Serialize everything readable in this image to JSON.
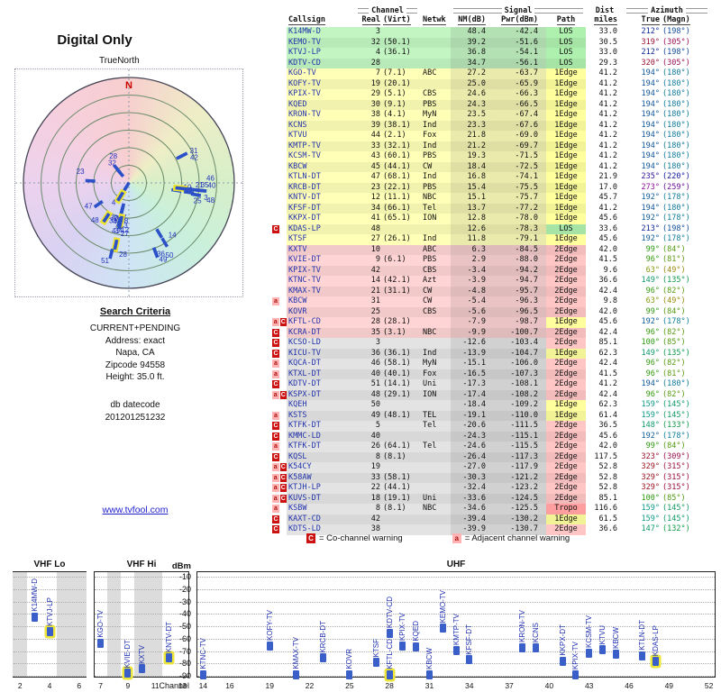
{
  "left_panel": {
    "title": "Digital Only",
    "compass_label": "TrueNorth",
    "north_label": "N",
    "search_criteria_title": "Search Criteria",
    "criteria_lines": [
      "CURRENT+PENDING",
      "Address: exact",
      "Napa, CA",
      "Zipcode 94558",
      "Height: 35.0 ft."
    ],
    "datecode_lines": [
      "db datecode",
      "201201251232"
    ],
    "url": "www.tvfool.com"
  },
  "table": {
    "group_headers": {
      "channel": "Channel",
      "signal": "Signal",
      "dist": "Dist",
      "azimuth": "Azimuth"
    },
    "col_headers": {
      "callsign": "Callsign",
      "real": "Real",
      "virt": "(Virt)",
      "netwk": "Netwk",
      "nm": "NM(dB)",
      "pwr": "Pwr(dBm)",
      "path": "Path",
      "miles": "miles",
      "true": "True",
      "magn": "(Magn)"
    }
  },
  "legend": {
    "co_symbol": "C",
    "co_text": "= Co-channel warning",
    "adj_symbol": "a",
    "adj_text": "= Adjacent channel warning"
  },
  "colors": {
    "cat_green": "#c2f5c2",
    "cat_yellow": "#ffffb8",
    "cat_pink": "#ffd4d4",
    "cat_gray": "#e3e3e3",
    "path_LOS": "#aef0ae",
    "path_1Edge": "#ffff9e",
    "path_2Edge": "#ffc6c6",
    "path_Tropo": "#ff9e9e",
    "marker_blue": "#2b50c8",
    "pending_yellow": "#ede32f",
    "callsign_blue": "#2233aa",
    "warn_co_bg": "#cc1111",
    "warn_adj_bg": "#ffb3b3",
    "north_red": "#cc0000",
    "radar_wheel": [
      "#f7cfcf",
      "#eeeec6",
      "#d6efc9",
      "#c9f0dd",
      "#cfe4f5",
      "#d9d2f2",
      "#ecd2ee",
      "#f6cfdd"
    ]
  },
  "chart_data": {
    "type": "table",
    "title": "Digital Only",
    "columns": [
      "Callsign",
      "Real",
      "Virt",
      "Netwk",
      "NM(dB)",
      "Pwr(dBm)",
      "Path",
      "Dist miles",
      "Azimuth True",
      "Azimuth Magn",
      "Warnings",
      "Category",
      "Pending"
    ],
    "rows": [
      {
        "cs": "K14MW-D",
        "real": 3,
        "virt": "",
        "net": "",
        "nm": 48.4,
        "pwr": -42.4,
        "path": "LOS",
        "dist": 33.0,
        "azt": 212,
        "azm": 198,
        "warn": "",
        "cat": "green",
        "pend": false
      },
      {
        "cs": "KEMO-TV",
        "real": 32,
        "virt": "50.1",
        "net": "",
        "nm": 39.2,
        "pwr": -51.6,
        "path": "LOS",
        "dist": 30.5,
        "azt": 319,
        "azm": 305,
        "warn": "",
        "cat": "green",
        "pend": false
      },
      {
        "cs": "KTVJ-LP",
        "real": 4,
        "virt": "36.1",
        "net": "",
        "nm": 36.8,
        "pwr": -54.1,
        "path": "LOS",
        "dist": 33.0,
        "azt": 212,
        "azm": 198,
        "warn": "",
        "cat": "green",
        "pend": true
      },
      {
        "cs": "KDTV-CD",
        "real": 28,
        "virt": "",
        "net": "",
        "nm": 34.7,
        "pwr": -56.1,
        "path": "LOS",
        "dist": 29.3,
        "azt": 320,
        "azm": 305,
        "warn": "",
        "cat": "green",
        "pend": false
      },
      {
        "cs": "KGO-TV",
        "real": 7,
        "virt": "7.1",
        "net": "ABC",
        "nm": 27.2,
        "pwr": -63.7,
        "path": "1Edge",
        "dist": 41.2,
        "azt": 194,
        "azm": 180,
        "warn": "",
        "cat": "yellow",
        "pend": false
      },
      {
        "cs": "KOFY-TV",
        "real": 19,
        "virt": "20.1",
        "net": "",
        "nm": 25.0,
        "pwr": -65.9,
        "path": "1Edge",
        "dist": 41.2,
        "azt": 194,
        "azm": 180,
        "warn": "",
        "cat": "yellow",
        "pend": false
      },
      {
        "cs": "KPIX-TV",
        "real": 29,
        "virt": "5.1",
        "net": "CBS",
        "nm": 24.6,
        "pwr": -66.3,
        "path": "1Edge",
        "dist": 41.2,
        "azt": 194,
        "azm": 180,
        "warn": "",
        "cat": "yellow",
        "pend": false
      },
      {
        "cs": "KQED",
        "real": 30,
        "virt": "9.1",
        "net": "PBS",
        "nm": 24.3,
        "pwr": -66.5,
        "path": "1Edge",
        "dist": 41.2,
        "azt": 194,
        "azm": 180,
        "warn": "",
        "cat": "yellow",
        "pend": false
      },
      {
        "cs": "KRON-TV",
        "real": 38,
        "virt": "4.1",
        "net": "MyN",
        "nm": 23.5,
        "pwr": -67.4,
        "path": "1Edge",
        "dist": 41.2,
        "azt": 194,
        "azm": 180,
        "warn": "",
        "cat": "yellow",
        "pend": false
      },
      {
        "cs": "KCNS",
        "real": 39,
        "virt": "38.1",
        "net": "Ind",
        "nm": 23.3,
        "pwr": -67.6,
        "path": "1Edge",
        "dist": 41.2,
        "azt": 194,
        "azm": 180,
        "warn": "",
        "cat": "yellow",
        "pend": false
      },
      {
        "cs": "KTVU",
        "real": 44,
        "virt": "2.1",
        "net": "Fox",
        "nm": 21.8,
        "pwr": -69.0,
        "path": "1Edge",
        "dist": 41.2,
        "azt": 194,
        "azm": 180,
        "warn": "",
        "cat": "yellow",
        "pend": false
      },
      {
        "cs": "KMTP-TV",
        "real": 33,
        "virt": "32.1",
        "net": "Ind",
        "nm": 21.2,
        "pwr": -69.7,
        "path": "1Edge",
        "dist": 41.2,
        "azt": 194,
        "azm": 180,
        "warn": "",
        "cat": "yellow",
        "pend": false
      },
      {
        "cs": "KCSM-TV",
        "real": 43,
        "virt": "60.1",
        "net": "PBS",
        "nm": 19.3,
        "pwr": -71.5,
        "path": "1Edge",
        "dist": 41.2,
        "azt": 194,
        "azm": 180,
        "warn": "",
        "cat": "yellow",
        "pend": false
      },
      {
        "cs": "KBCW",
        "real": 45,
        "virt": "44.1",
        "net": "CW",
        "nm": 18.4,
        "pwr": -72.5,
        "path": "1Edge",
        "dist": 41.2,
        "azt": 194,
        "azm": 180,
        "warn": "",
        "cat": "yellow",
        "pend": false
      },
      {
        "cs": "KTLN-DT",
        "real": 47,
        "virt": "68.1",
        "net": "Ind",
        "nm": 16.8,
        "pwr": -74.1,
        "path": "1Edge",
        "dist": 21.9,
        "azt": 235,
        "azm": 220,
        "warn": "",
        "cat": "yellow",
        "pend": false
      },
      {
        "cs": "KRCB-DT",
        "real": 23,
        "virt": "22.1",
        "net": "PBS",
        "nm": 15.4,
        "pwr": -75.5,
        "path": "1Edge",
        "dist": 17.0,
        "azt": 273,
        "azm": 259,
        "warn": "",
        "cat": "yellow",
        "pend": false
      },
      {
        "cs": "KNTV-DT",
        "real": 12,
        "virt": "11.1",
        "net": "NBC",
        "nm": 15.1,
        "pwr": -75.7,
        "path": "1Edge",
        "dist": 45.7,
        "azt": 192,
        "azm": 178,
        "warn": "",
        "cat": "yellow",
        "pend": true
      },
      {
        "cs": "KFSF-DT",
        "real": 34,
        "virt": "66.1",
        "net": "Tel",
        "nm": 13.7,
        "pwr": -77.2,
        "path": "1Edge",
        "dist": 41.2,
        "azt": 194,
        "azm": 180,
        "warn": "",
        "cat": "yellow",
        "pend": false
      },
      {
        "cs": "KKPX-DT",
        "real": 41,
        "virt": "65.1",
        "net": "ION",
        "nm": 12.8,
        "pwr": -78.0,
        "path": "1Edge",
        "dist": 45.6,
        "azt": 192,
        "azm": 178,
        "warn": "",
        "cat": "yellow",
        "pend": false
      },
      {
        "cs": "KDAS-LP",
        "real": 48,
        "virt": "",
        "net": "",
        "nm": 12.6,
        "pwr": -78.3,
        "path": "LOS",
        "dist": 33.6,
        "azt": 213,
        "azm": 198,
        "warn": "C",
        "cat": "yellow",
        "pend": true
      },
      {
        "cs": "KTSF",
        "real": 27,
        "virt": "26.1",
        "net": "Ind",
        "nm": 11.8,
        "pwr": -79.1,
        "path": "1Edge",
        "dist": 45.6,
        "azt": 192,
        "azm": 178,
        "warn": "",
        "cat": "yellow",
        "pend": false
      },
      {
        "cs": "KXTV",
        "real": 10,
        "virt": "",
        "net": "ABC",
        "nm": 6.3,
        "pwr": -84.5,
        "path": "2Edge",
        "dist": 42.0,
        "azt": 99,
        "azm": 84,
        "warn": "",
        "cat": "pink",
        "pend": false
      },
      {
        "cs": "KVIE-DT",
        "real": 9,
        "virt": "6.1",
        "net": "PBS",
        "nm": 2.9,
        "pwr": -88.0,
        "path": "2Edge",
        "dist": 41.5,
        "azt": 96,
        "azm": 81,
        "warn": "",
        "cat": "pink",
        "pend": true
      },
      {
        "cs": "KPIX-TV",
        "real": 42,
        "virt": "",
        "net": "CBS",
        "nm": -3.4,
        "pwr": -94.2,
        "path": "2Edge",
        "dist": 9.6,
        "azt": 63,
        "azm": 49,
        "warn": "",
        "cat": "pink",
        "pend": false
      },
      {
        "cs": "KTNC-TV",
        "real": 14,
        "virt": "42.1",
        "net": "Azt",
        "nm": -3.9,
        "pwr": -94.7,
        "path": "2Edge",
        "dist": 36.6,
        "azt": 149,
        "azm": 135,
        "warn": "",
        "cat": "pink",
        "pend": false
      },
      {
        "cs": "KMAX-TV",
        "real": 21,
        "virt": "31.1",
        "net": "CW",
        "nm": -4.8,
        "pwr": -95.7,
        "path": "2Edge",
        "dist": 42.4,
        "azt": 96,
        "azm": 82,
        "warn": "",
        "cat": "pink",
        "pend": false
      },
      {
        "cs": "KBCW",
        "real": 31,
        "virt": "",
        "net": "CW",
        "nm": -5.4,
        "pwr": -96.3,
        "path": "2Edge",
        "dist": 9.8,
        "azt": 63,
        "azm": 49,
        "warn": "a",
        "cat": "pink",
        "pend": false
      },
      {
        "cs": "KOVR",
        "real": 25,
        "virt": "",
        "net": "CBS",
        "nm": -5.6,
        "pwr": -96.5,
        "path": "2Edge",
        "dist": 42.0,
        "azt": 99,
        "azm": 84,
        "warn": "",
        "cat": "pink",
        "pend": false
      },
      {
        "cs": "KFTL-CD",
        "real": 28,
        "virt": "28.1",
        "net": "",
        "nm": -7.9,
        "pwr": -98.7,
        "path": "1Edge",
        "dist": 45.6,
        "azt": 192,
        "azm": 178,
        "warn": "aC",
        "cat": "pink",
        "pend": true
      },
      {
        "cs": "KCRA-DT",
        "real": 35,
        "virt": "3.1",
        "net": "NBC",
        "nm": -9.9,
        "pwr": -100.7,
        "path": "2Edge",
        "dist": 42.4,
        "azt": 96,
        "azm": 82,
        "warn": "C",
        "cat": "pink",
        "pend": false
      },
      {
        "cs": "KCSO-LD",
        "real": 3,
        "virt": "",
        "net": "",
        "nm": -12.6,
        "pwr": -103.4,
        "path": "2Edge",
        "dist": 85.1,
        "azt": 100,
        "azm": 85,
        "warn": "C",
        "cat": "gray",
        "pend": false
      },
      {
        "cs": "KICU-TV",
        "real": 36,
        "virt": "36.1",
        "net": "Ind",
        "nm": -13.9,
        "pwr": -104.7,
        "path": "1Edge",
        "dist": 62.3,
        "azt": 149,
        "azm": 135,
        "warn": "C",
        "cat": "gray",
        "pend": false
      },
      {
        "cs": "KQCA-DT",
        "real": 46,
        "virt": "58.1",
        "net": "MyN",
        "nm": -15.1,
        "pwr": -106.0,
        "path": "2Edge",
        "dist": 42.4,
        "azt": 96,
        "azm": 82,
        "warn": "a",
        "cat": "gray",
        "pend": false
      },
      {
        "cs": "KTXL-DT",
        "real": 40,
        "virt": "40.1",
        "net": "Fox",
        "nm": -16.5,
        "pwr": -107.3,
        "path": "2Edge",
        "dist": 41.5,
        "azt": 96,
        "azm": 81,
        "warn": "a",
        "cat": "gray",
        "pend": false
      },
      {
        "cs": "KDTV-DT",
        "real": 51,
        "virt": "14.1",
        "net": "Uni",
        "nm": -17.3,
        "pwr": -108.1,
        "path": "2Edge",
        "dist": 41.2,
        "azt": 194,
        "azm": 180,
        "warn": "C",
        "cat": "gray",
        "pend": false
      },
      {
        "cs": "KSPX-DT",
        "real": 48,
        "virt": "29.1",
        "net": "ION",
        "nm": -17.4,
        "pwr": -108.2,
        "path": "2Edge",
        "dist": 42.4,
        "azt": 96,
        "azm": 82,
        "warn": "aC",
        "cat": "gray",
        "pend": false
      },
      {
        "cs": "KQEH",
        "real": 50,
        "virt": "",
        "net": "",
        "nm": -18.4,
        "pwr": -109.2,
        "path": "1Edge",
        "dist": 62.3,
        "azt": 159,
        "azm": 145,
        "warn": "",
        "cat": "gray",
        "pend": false
      },
      {
        "cs": "KSTS",
        "real": 49,
        "virt": "48.1",
        "net": "TEL",
        "nm": -19.1,
        "pwr": -110.0,
        "path": "1Edge",
        "dist": 61.4,
        "azt": 159,
        "azm": 145,
        "warn": "a",
        "cat": "gray",
        "pend": false
      },
      {
        "cs": "KTFK-DT",
        "real": 5,
        "virt": "",
        "net": "Tel",
        "nm": -20.6,
        "pwr": -111.5,
        "path": "2Edge",
        "dist": 36.5,
        "azt": 148,
        "azm": 133,
        "warn": "C",
        "cat": "gray",
        "pend": false
      },
      {
        "cs": "KMMC-LD",
        "real": 40,
        "virt": "",
        "net": "",
        "nm": -24.3,
        "pwr": -115.1,
        "path": "2Edge",
        "dist": 45.6,
        "azt": 192,
        "azm": 178,
        "warn": "C",
        "cat": "gray",
        "pend": false
      },
      {
        "cs": "KTFK-DT",
        "real": 26,
        "virt": "64.1",
        "net": "Tel",
        "nm": -24.6,
        "pwr": -115.5,
        "path": "2Edge",
        "dist": 42.0,
        "azt": 99,
        "azm": 84,
        "warn": "a",
        "cat": "gray",
        "pend": false
      },
      {
        "cs": "KQSL",
        "real": 8,
        "virt": "8.1",
        "net": "",
        "nm": -26.4,
        "pwr": -117.3,
        "path": "2Edge",
        "dist": 117.5,
        "azt": 323,
        "azm": 309,
        "warn": "C",
        "cat": "gray",
        "pend": false
      },
      {
        "cs": "K54CY",
        "real": 19,
        "virt": "",
        "net": "",
        "nm": -27.0,
        "pwr": -117.9,
        "path": "2Edge",
        "dist": 52.8,
        "azt": 329,
        "azm": 315,
        "warn": "aC",
        "cat": "gray",
        "pend": false
      },
      {
        "cs": "K58AW",
        "real": 33,
        "virt": "58.1",
        "net": "",
        "nm": -30.3,
        "pwr": -121.2,
        "path": "2Edge",
        "dist": 52.8,
        "azt": 329,
        "azm": 315,
        "warn": "aC",
        "cat": "gray",
        "pend": false
      },
      {
        "cs": "KTJH-LP",
        "real": 22,
        "virt": "44.1",
        "net": "",
        "nm": -32.4,
        "pwr": -123.2,
        "path": "2Edge",
        "dist": 52.8,
        "azt": 329,
        "azm": 315,
        "warn": "aC",
        "cat": "gray",
        "pend": false
      },
      {
        "cs": "KUVS-DT",
        "real": 18,
        "virt": "19.1",
        "net": "Uni",
        "nm": -33.6,
        "pwr": -124.5,
        "path": "2Edge",
        "dist": 85.1,
        "azt": 100,
        "azm": 85,
        "warn": "aC",
        "cat": "gray",
        "pend": false
      },
      {
        "cs": "KSBW",
        "real": 8,
        "virt": "8.1",
        "net": "NBC",
        "nm": -34.6,
        "pwr": -125.5,
        "path": "Tropo",
        "dist": 116.6,
        "azt": 159,
        "azm": 145,
        "warn": "a",
        "cat": "gray",
        "pend": false
      },
      {
        "cs": "KAXT-CD",
        "real": 42,
        "virt": "",
        "net": "",
        "nm": -39.4,
        "pwr": -130.2,
        "path": "1Edge",
        "dist": 61.5,
        "azt": 159,
        "azm": 145,
        "warn": "C",
        "cat": "gray",
        "pend": false
      },
      {
        "cs": "KDTS-LD",
        "real": 38,
        "virt": "",
        "net": "",
        "nm": -39.9,
        "pwr": -130.7,
        "path": "2Edge",
        "dist": 36.6,
        "azt": 147,
        "azm": 132,
        "warn": "C",
        "cat": "gray",
        "pend": false
      }
    ],
    "radar": {
      "type": "polar-scatter",
      "title": "Digital Only",
      "compass_label": "TrueNorth",
      "north_label": "N",
      "theta_metric": "azimuth_true_deg (from rows.azt)",
      "r_metric": "signal strength NM(dB) (from rows.nm, stronger = nearer center)",
      "rings": 6
    },
    "signal_chart": {
      "type": "scatter",
      "xlabel": "Channel",
      "ylabel": "dBm",
      "ylim": [
        -90,
        -10
      ],
      "yticks": [
        -10,
        -20,
        -30,
        -40,
        -50,
        -60,
        -70,
        -80,
        -90
      ],
      "x_metric": "real channel (from rows.real)",
      "y_metric": "Pwr(dBm) (from rows.pwr)",
      "sections": [
        {
          "label": "VHF Lo",
          "ch_start": 2,
          "ch_end": 6,
          "ticks": [
            2,
            4,
            6
          ],
          "gray_channels": [
            2,
            5,
            6
          ]
        },
        {
          "label": "VHF Hi",
          "ch_start": 7,
          "ch_end": 13,
          "ticks": [
            7,
            9,
            11,
            13
          ],
          "gray_channels": [
            8,
            10,
            11
          ]
        },
        {
          "label": "UHF",
          "ch_start": 14,
          "ch_end": 52,
          "ticks": [
            14,
            16,
            19,
            22,
            25,
            28,
            31,
            34,
            37,
            40,
            43,
            46,
            49,
            52
          ],
          "gray_channels": []
        }
      ]
    }
  }
}
